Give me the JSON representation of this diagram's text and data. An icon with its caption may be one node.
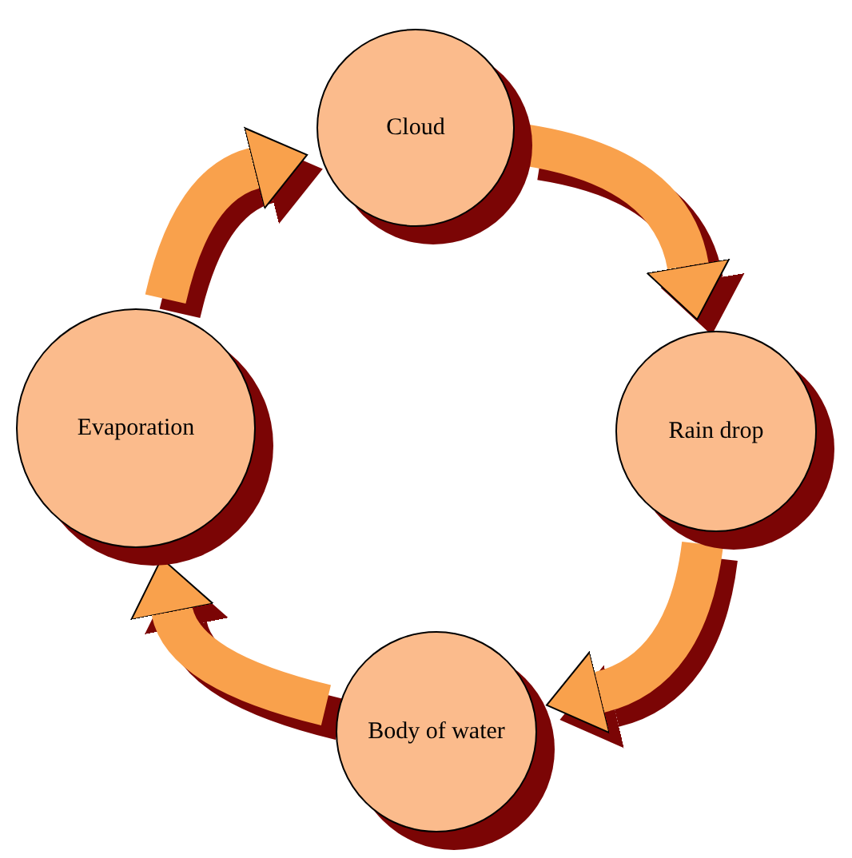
{
  "diagram": {
    "nodes": [
      {
        "text": [
          "Cloud"
        ]
      },
      {
        "text": [
          "Rain drop"
        ]
      },
      {
        "text": [
          "Body of water"
        ]
      },
      {
        "text": [
          "Evaporation"
        ]
      }
    ],
    "edges": [
      {
        "from": 0,
        "to": 1,
        "arrow": "to"
      },
      {
        "from": 1,
        "to": 2,
        "arrow": "to"
      },
      {
        "from": 2,
        "to": 3,
        "arrow": "to"
      },
      {
        "from": 3,
        "to": 0,
        "arrow": "to"
      }
    ]
  }
}
